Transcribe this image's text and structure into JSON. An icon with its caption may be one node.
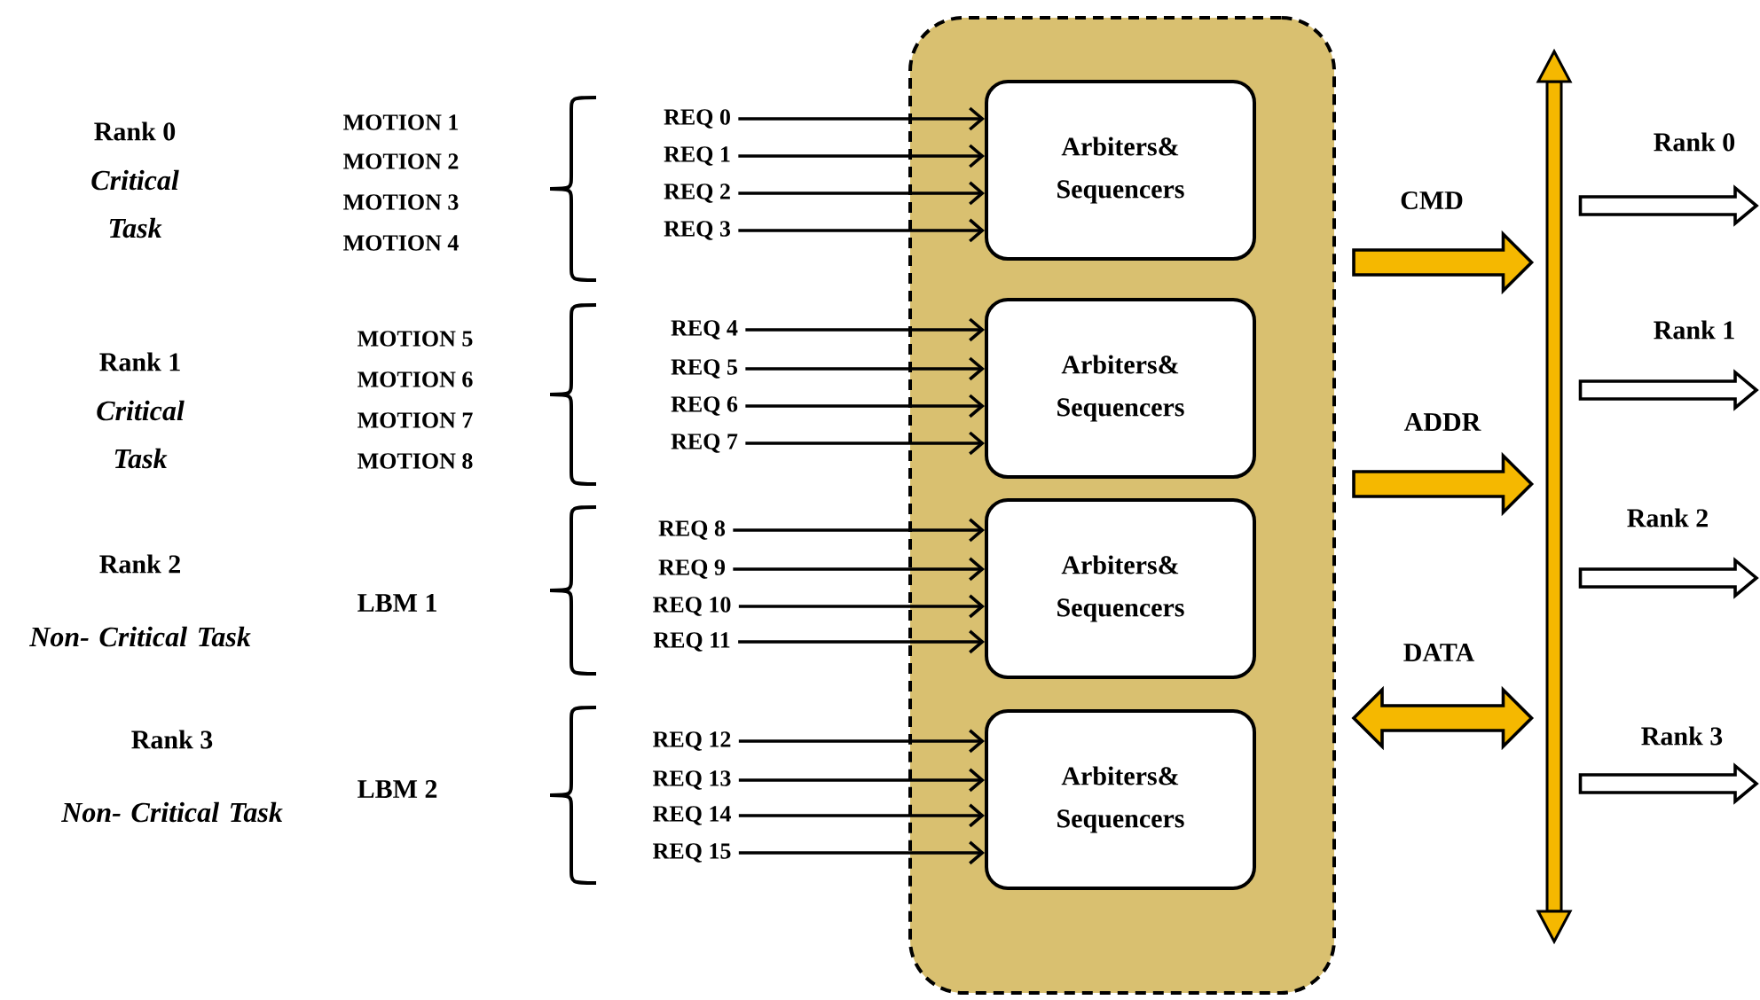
{
  "diagram": {
    "nodes": [
      {
        "text": [],
        "shape": "box"
      },
      {
        "text": [
          "Arbiters& Sequencers"
        ],
        "in": 0
      },
      {
        "text": [
          "Arbiters& Sequencers"
        ],
        "in": 0
      },
      {
        "text": [
          "Arbiters& Sequencers"
        ],
        "in": 0
      },
      {
        "text": [
          "Arbiters& Sequencers"
        ],
        "in": 0
      },
      {
        "text": [
          "REQ 0"
        ]
      },
      {
        "text": [
          "REQ 1"
        ]
      },
      {
        "text": [
          "REQ 2"
        ]
      },
      {
        "text": [
          "REQ 3"
        ]
      },
      {
        "text": [
          "REQ 4"
        ]
      },
      {
        "text": [
          "REQ 5"
        ]
      },
      {
        "text": [
          "REQ 6"
        ]
      },
      {
        "text": [
          "REQ 7"
        ]
      },
      {
        "text": [
          "REQ 8"
        ]
      },
      {
        "text": [
          "REQ 9"
        ]
      },
      {
        "text": [
          "REQ 10"
        ]
      },
      {
        "text": [
          "REQ 11"
        ]
      },
      {
        "text": [
          "REQ 12"
        ]
      },
      {
        "text": [
          "REQ 13"
        ]
      },
      {
        "text": [
          "REQ 14"
        ]
      },
      {
        "text": [
          "REQ 15"
        ]
      },
      {
        "text": [],
        "shape": "bar"
      }
    ],
    "edges": [
      {
        "from": 5,
        "to": 1,
        "arrow": "to"
      },
      {
        "from": 6,
        "to": 1,
        "arrow": "to"
      },
      {
        "from": 7,
        "to": 1,
        "arrow": "to"
      },
      {
        "from": 8,
        "to": 1,
        "arrow": "to"
      },
      {
        "from": 9,
        "to": 2,
        "arrow": "to"
      },
      {
        "from": 10,
        "to": 2,
        "arrow": "to"
      },
      {
        "from": 11,
        "to": 2,
        "arrow": "to"
      },
      {
        "from": 12,
        "to": 2,
        "arrow": "to"
      },
      {
        "from": 13,
        "to": 3,
        "arrow": "to"
      },
      {
        "from": 14,
        "to": 3,
        "arrow": "to"
      },
      {
        "from": 15,
        "to": 3,
        "arrow": "to"
      },
      {
        "from": 16,
        "to": 3,
        "arrow": "to"
      },
      {
        "from": 17,
        "to": 4,
        "arrow": "to"
      },
      {
        "from": 18,
        "to": 4,
        "arrow": "to"
      },
      {
        "from": 19,
        "to": 4,
        "arrow": "to"
      },
      {
        "from": 20,
        "to": 4,
        "arrow": "to"
      },
      {
        "from": 0,
        "to": 21,
        "arrow": "to",
        "label": "CMD",
        "style": "thick",
        "color": "#f5b800"
      },
      {
        "from": 0,
        "to": 21,
        "arrow": "to",
        "label": "ADDR",
        "style": "thick",
        "color": "#f5b800"
      },
      {
        "from": 0,
        "to": 21,
        "arrow": "both",
        "label": "DATA",
        "style": "thick",
        "color": "#f5b800"
      },
      {
        "from": 21,
        "to": null,
        "arrow": "to",
        "label": "Rank 0",
        "style": "thick",
        "color": "#ffffff"
      },
      {
        "from": 21,
        "to": null,
        "arrow": "to",
        "label": "Rank 1",
        "style": "thick",
        "color": "#ffffff"
      },
      {
        "from": 21,
        "to": null,
        "arrow": "to",
        "label": "Rank 2",
        "style": "thick",
        "color": "#ffffff"
      },
      {
        "from": 21,
        "to": null,
        "arrow": "to",
        "label": "Rank 3",
        "style": "thick",
        "color": "#ffffff"
      }
    ],
    "labels": [
      "Rank 0",
      "Critical Task",
      "MOTION 1",
      "MOTION 2",
      "MOTION 3",
      "MOTION 4",
      "Rank 1",
      "Critical Task",
      "MOTION 5",
      "MOTION 6",
      "MOTION 7",
      "MOTION 8",
      "Rank 2",
      "Non- Critical Task",
      "LBM 1",
      "Rank 3",
      "Non- Critical Task",
      "LBM 2"
    ]
  }
}
